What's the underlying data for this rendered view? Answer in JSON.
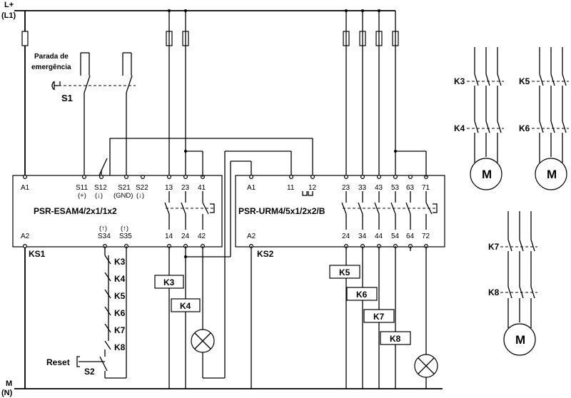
{
  "supply": {
    "top_label": "L+",
    "top_sub": "(L1)",
    "bottom_label": "M",
    "bottom_sub": "(N)"
  },
  "estop": {
    "caption_line1": "Parada de",
    "caption_line2": "emergência",
    "name": "S1"
  },
  "module1": {
    "name": "PSR-ESAM4/2x1/1x2",
    "ref": "KS1",
    "top_terminals": [
      "A1",
      "S11",
      "S12",
      "S21",
      "S22",
      "13",
      "23",
      "41"
    ],
    "top_symbols": [
      "",
      "(+)",
      "(↓)",
      "(GND)",
      "(↓)",
      "",
      "",
      ""
    ],
    "bottom_terminals": [
      "A2",
      "S34",
      "S35",
      "14",
      "24",
      "42"
    ],
    "bottom_symbols": [
      "",
      "(↑)",
      "(↑)",
      "",
      "",
      ""
    ]
  },
  "module2": {
    "name": "PSR-URM4/5x1/2x2/B",
    "ref": "KS2",
    "top_terminals": [
      "A1",
      "11",
      "12",
      "23",
      "33",
      "43",
      "53",
      "63",
      "71"
    ],
    "bottom_terminals": [
      "A2",
      "24",
      "34",
      "44",
      "54",
      "64",
      "72"
    ]
  },
  "feedback_chain": [
    "K3",
    "K4",
    "K5",
    "K6",
    "K7",
    "K8"
  ],
  "reset": {
    "label": "Reset",
    "name": "S2"
  },
  "coils": [
    "K3",
    "K4",
    "K5",
    "K6",
    "K7",
    "K8"
  ],
  "motors": [
    {
      "label": "M",
      "contactors": [
        "K3",
        "K4"
      ]
    },
    {
      "label": "M",
      "contactors": [
        "K5",
        "K6"
      ]
    },
    {
      "label": "M",
      "contactors": [
        "K7",
        "K8"
      ]
    }
  ]
}
